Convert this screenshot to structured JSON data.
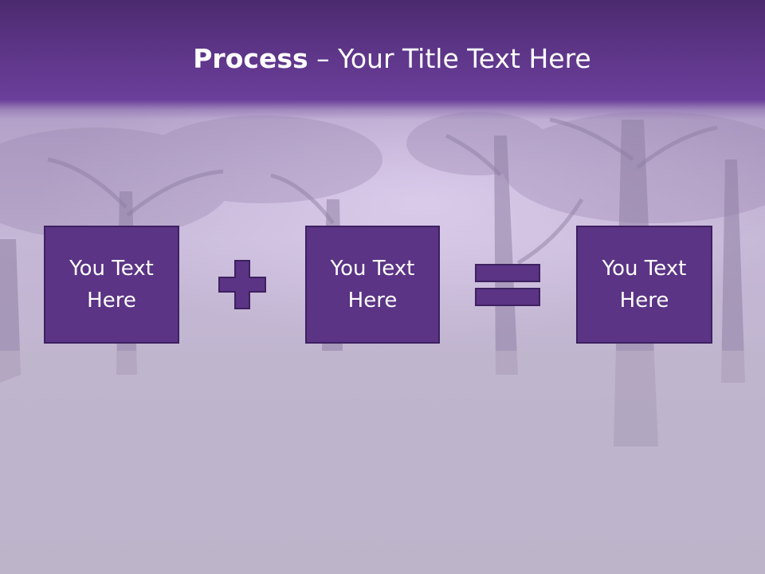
{
  "slide": {
    "title_bold": "Process",
    "title_separator": " – ",
    "title_rest": "Your Title Text Here",
    "boxes": [
      {
        "line1": "You Text",
        "line2": "Here"
      },
      {
        "line1": "You Text",
        "line2": "Here"
      },
      {
        "line1": "You Text",
        "line2": "Here"
      }
    ],
    "operators": [
      "plus-icon",
      "equals-icon"
    ]
  },
  "colors": {
    "header": "#5b3485",
    "box_fill": "#5b3485",
    "box_border": "#3e2160",
    "text": "#ffffff"
  }
}
